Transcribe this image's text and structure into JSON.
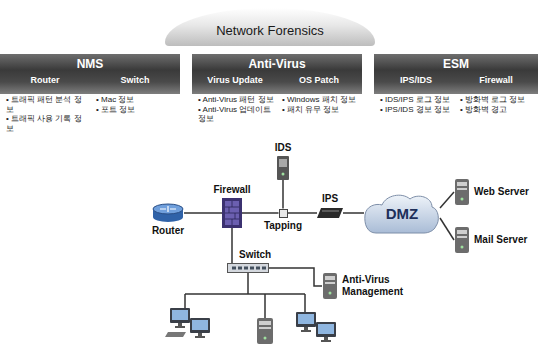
{
  "diagram": {
    "nodes": [
      {
        "text": [
          "Network Forensics"
        ]
      },
      {
        "text": [
          "NMS"
        ]
      },
      {
        "text": [
          "Router",
          "• 트래픽 패턴 분석 정보",
          "• 트래픽 사용 기록 정보"
        ],
        "in": 1
      },
      {
        "text": [
          "Switch",
          "• Mac 정보",
          "• 포트 정보"
        ],
        "in": 1
      },
      {
        "text": [
          "Anti-Virus"
        ]
      },
      {
        "text": [
          "Virus Update",
          "• Anti-Virus 패턴 정보",
          "• Anti-Virus 업데이트 정보"
        ],
        "in": 4
      },
      {
        "text": [
          "OS Patch",
          "• Windows 패치 정보",
          "• 패치 유무 정보"
        ],
        "in": 4
      },
      {
        "text": [
          "ESM"
        ]
      },
      {
        "text": [
          "IPS/IDS",
          "• IDS/IPS 로그 정보",
          "• IPS/IDS 경보 정보"
        ],
        "in": 7
      },
      {
        "text": [
          "Firewall",
          "• 방화벽 로그 정보",
          "• 방화벽 경고"
        ],
        "in": 7
      },
      {
        "text": [
          "Router"
        ]
      },
      {
        "text": [
          "Firewall"
        ]
      },
      {
        "text": [
          "IDS"
        ]
      },
      {
        "text": [
          "Tapping"
        ]
      },
      {
        "text": [
          "IPS"
        ]
      },
      {
        "text": [
          "DMZ"
        ]
      },
      {
        "text": [
          "Web Server"
        ]
      },
      {
        "text": [
          "Mail Server"
        ]
      },
      {
        "text": [
          "Switch"
        ]
      },
      {
        "text": [
          "Anti-Virus Management"
        ]
      }
    ],
    "edges": [
      {
        "from": 10,
        "to": 11,
        "arrow": "none"
      },
      {
        "from": 11,
        "to": 13,
        "arrow": "none"
      },
      {
        "from": 13,
        "to": 12,
        "arrow": "none"
      },
      {
        "from": 13,
        "to": 14,
        "arrow": "none"
      },
      {
        "from": 14,
        "to": 15,
        "arrow": "none"
      },
      {
        "from": 15,
        "to": 16,
        "arrow": "none"
      },
      {
        "from": 15,
        "to": 17,
        "arrow": "none"
      },
      {
        "from": 11,
        "to": 18,
        "arrow": "none"
      },
      {
        "from": 18,
        "to": 19,
        "arrow": "none"
      }
    ]
  }
}
